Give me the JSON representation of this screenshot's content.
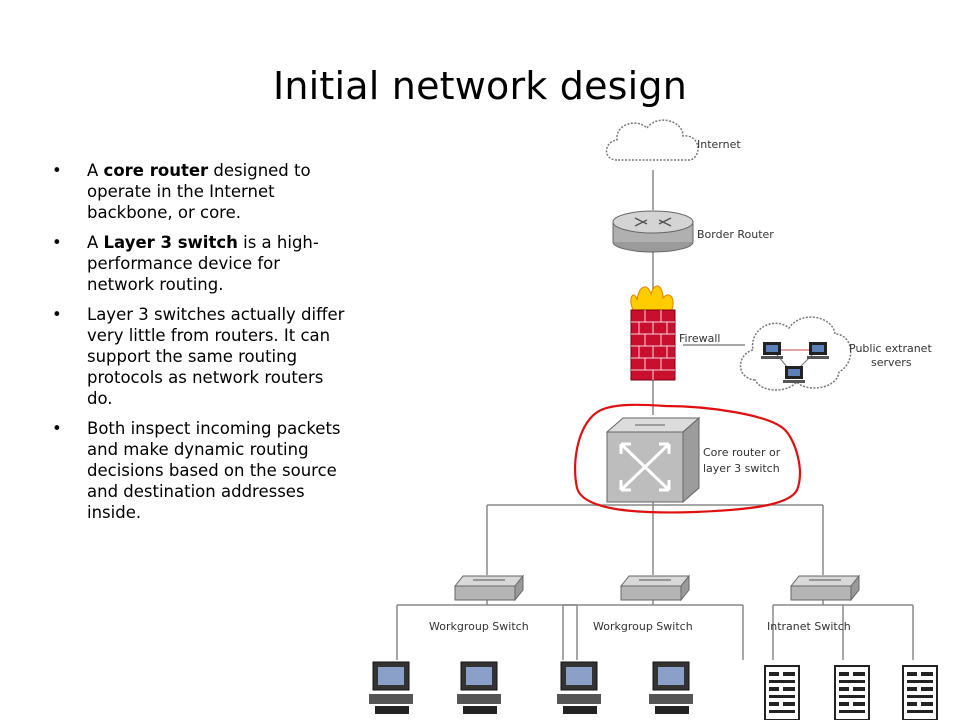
{
  "slide": {
    "title": "Initial network design",
    "bullets": [
      {
        "pre": "A ",
        "bold": "core router",
        "post": "  designed to operate in the Internet backbone, or core."
      },
      {
        "pre": "A ",
        "bold": "Layer 3 switch",
        "post": " is a high-performance device for network routing."
      },
      {
        "pre": " Layer 3 switches actually differ very little from routers. It can support the same routing protocols as network routers do.",
        "bold": "",
        "post": ""
      },
      {
        "pre": " Both inspect incoming packets and make dynamic routing decisions based on the source and destination addresses inside.",
        "bold": "",
        "post": ""
      }
    ],
    "bullet_glyph": "•"
  },
  "diagram": {
    "labels": {
      "internet": "Internet",
      "border_router": "Border Router",
      "firewall": "Firewall",
      "extranet_line1": "Public extranet",
      "extranet_line2": "servers",
      "core_line1": "Core router or",
      "core_line2": "layer 3 switch",
      "workgroup_switch_1": "Workgroup Switch",
      "workgroup_switch_2": "Workgroup Switch",
      "intranet_switch": "Intranet Switch"
    },
    "icons": [
      "cloud-icon",
      "router-icon",
      "firewall-icon",
      "layer3-switch-icon",
      "switch-icon",
      "workstation-icon",
      "server-icon"
    ],
    "colors": {
      "highlight": "#e01010",
      "firewall_brick": "#c8102e",
      "flame": "#ffcc00",
      "device_gray": "#b8b8b8"
    }
  }
}
